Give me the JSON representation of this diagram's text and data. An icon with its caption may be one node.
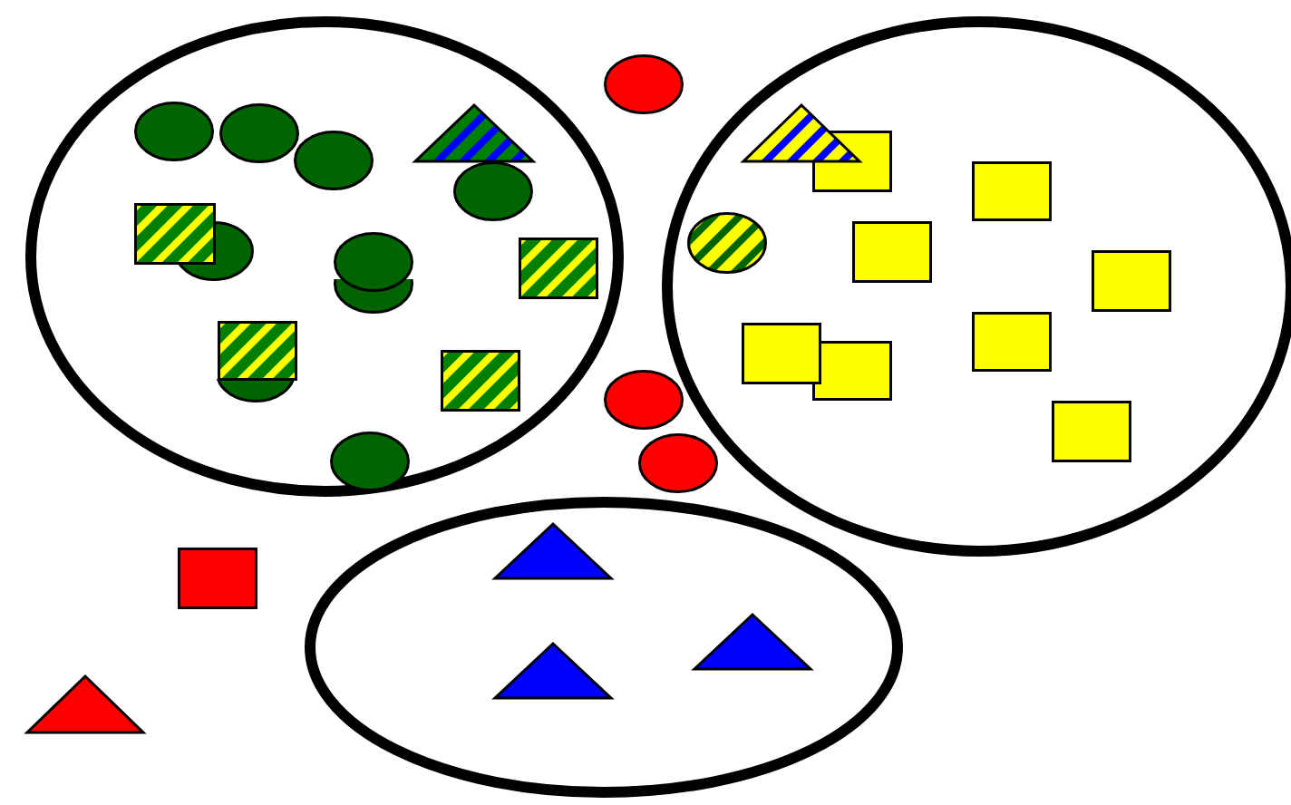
{
  "diagram": {
    "nodes": [
      {
        "text": [],
        "shape": "circle"
      },
      {
        "text": [],
        "shape": "circle",
        "in": 0
      },
      {
        "text": [],
        "shape": "circle",
        "in": 0
      },
      {
        "text": [],
        "shape": "circle",
        "in": 0
      },
      {
        "text": [],
        "shape": "triangle",
        "in": 0
      },
      {
        "text": [],
        "shape": "circle",
        "in": 0
      },
      {
        "text": [],
        "shape": "circle",
        "in": 0
      },
      {
        "text": [],
        "shape": "box",
        "in": 0
      },
      {
        "text": [],
        "shape": "circle",
        "in": 0
      },
      {
        "text": [],
        "shape": "circle",
        "in": 0
      },
      {
        "text": [],
        "shape": "box",
        "in": 0
      },
      {
        "text": [],
        "shape": "circle",
        "in": 0
      },
      {
        "text": [],
        "shape": "box",
        "in": 0
      },
      {
        "text": [],
        "shape": "box",
        "in": 0
      },
      {
        "text": [],
        "shape": "circle",
        "in": 0
      },
      {
        "text": [],
        "shape": "circle"
      },
      {
        "text": [],
        "shape": "circle"
      },
      {
        "text": [],
        "shape": "box",
        "in": 16
      },
      {
        "text": [],
        "shape": "triangle",
        "in": 16
      },
      {
        "text": [],
        "shape": "box",
        "in": 16
      },
      {
        "text": [],
        "shape": "circle",
        "in": 16
      },
      {
        "text": [],
        "shape": "box",
        "in": 16
      },
      {
        "text": [],
        "shape": "box",
        "in": 16
      },
      {
        "text": [],
        "shape": "box",
        "in": 16
      },
      {
        "text": [],
        "shape": "box",
        "in": 16
      },
      {
        "text": [],
        "shape": "box",
        "in": 16
      },
      {
        "text": [],
        "shape": "box",
        "in": 16
      },
      {
        "text": [],
        "shape": "circle"
      },
      {
        "text": [],
        "shape": "circle"
      },
      {
        "text": [],
        "shape": "circle"
      },
      {
        "text": [],
        "shape": "triangle",
        "in": 29
      },
      {
        "text": [],
        "shape": "triangle",
        "in": 29
      },
      {
        "text": [],
        "shape": "triangle",
        "in": 29
      },
      {
        "text": [],
        "shape": "box"
      },
      {
        "text": [],
        "shape": "triangle"
      }
    ]
  }
}
